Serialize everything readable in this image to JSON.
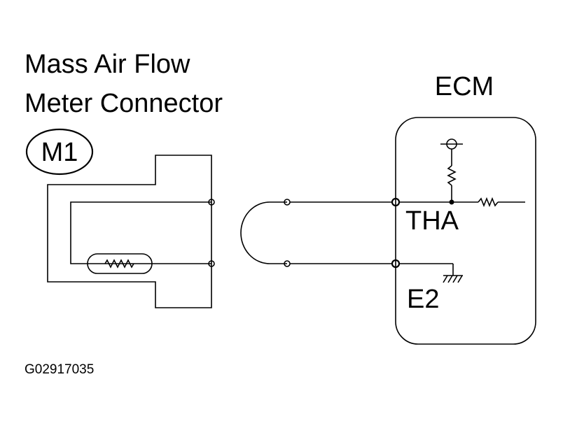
{
  "connector": {
    "title_line1": "Mass Air Flow",
    "title_line2": "Meter Connector",
    "code": "M1"
  },
  "ecm": {
    "label": "ECM",
    "pins": [
      "THA",
      "E2"
    ]
  },
  "figure_id": "G02917035"
}
